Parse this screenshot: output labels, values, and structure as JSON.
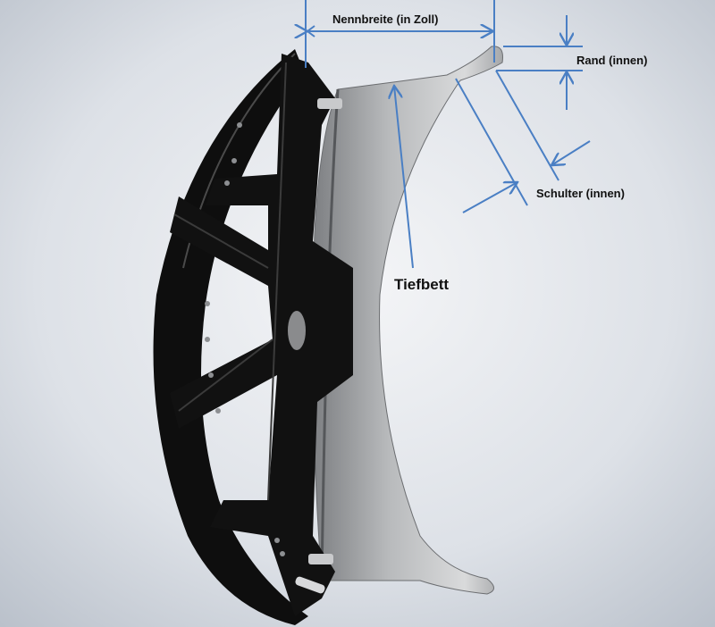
{
  "labels": {
    "nominal_width": "Nennbreite (in Zoll)",
    "rim_flange": "Rand (innen)",
    "shoulder": "Schulter (innen)",
    "drop_center": "Tiefbett"
  },
  "colors": {
    "annotation": "#4a7fc4",
    "wheel": "#0e0e0e",
    "barrel": "#a9abad"
  }
}
